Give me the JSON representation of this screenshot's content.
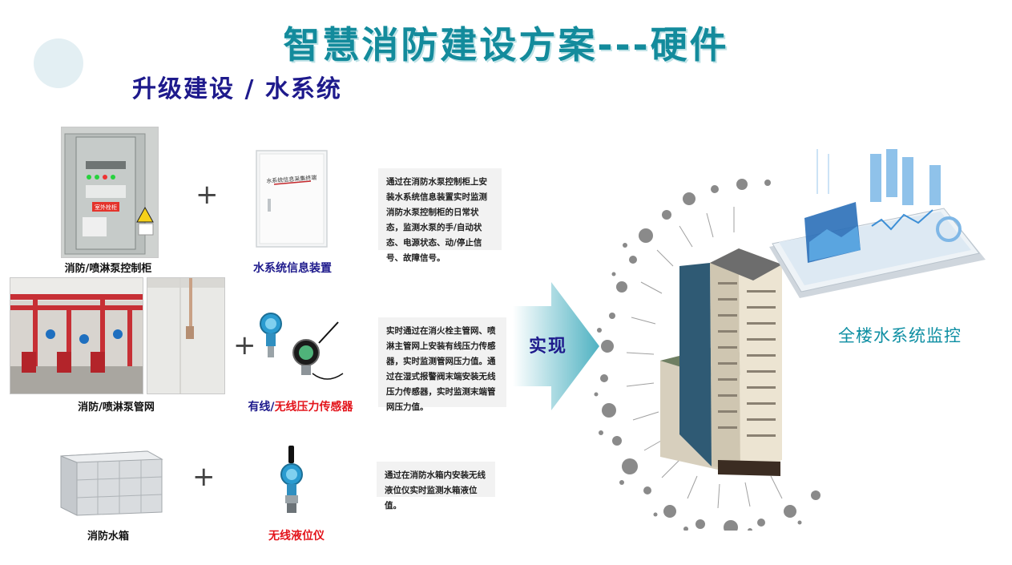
{
  "page": {
    "title": "智慧消防建设方案---硬件",
    "subtitle": "升级建设 / 水系统"
  },
  "rows": [
    {
      "left_caption": "消防/喷淋泵控制柜",
      "device_caption": "水系统信息装置",
      "plus": "+",
      "description": "通过在消防水泵控制柜上安装水系统信息装置实时监测消防水泵控制柜的日常状态，监测水泵的手/自动状态、电源状态、动/停止信号、故障信号。",
      "cabinet_label": "室外栓柜",
      "device_brand": "水系统信息采集终端"
    },
    {
      "left_caption": "消防/喷淋泵管网",
      "device_caption_part1": "有线/",
      "device_caption_part2": "无线压力传感器",
      "plus": "+",
      "description": "实时通过在消火栓主管网、喷淋主管网上安装有线压力传感器，实时监测管网压力值。通过在湿式报警阀末端安装无线压力传感器，实时监测末端管网压力值。"
    },
    {
      "left_caption": "消防水箱",
      "device_caption": "无线液位仪",
      "plus": "+",
      "description": "通过在消防水箱内安装无线液位仪实时监测水箱液位值。"
    }
  ],
  "arrow_label": "实现",
  "monitor_label": "全楼水系统监控",
  "colors": {
    "title": "#138b9c",
    "subtitle": "#1e1a8c",
    "red": "#e3141b",
    "teal": "#0e8fa3"
  }
}
